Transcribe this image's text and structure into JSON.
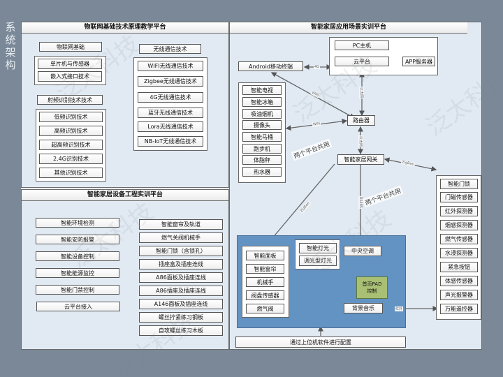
{
  "side_title": [
    "系",
    "统",
    "架",
    "构"
  ],
  "watermark": "泛太科技",
  "iot_panel": {
    "title": "物联网基础技术原理教学平台",
    "groups": {
      "iot_basic": {
        "header": "物联网基础",
        "items": [
          "单片机与传感器",
          "嵌入式接口技术"
        ]
      },
      "rfid": {
        "header": "射频识别技术技术",
        "items": [
          "低频识别技术",
          "高频识别技术",
          "超高频识别技术",
          "2.4G识别技术",
          "其他识别技术"
        ]
      },
      "wireless": {
        "header": "无线通信技术",
        "items": [
          "WIFI无线通信技术",
          "Zigbee无线通信技术",
          "4G无线通信技术",
          "蓝牙无线通信技术",
          "Lora无线通信技术",
          "NB-IoT无线通信技术"
        ]
      }
    }
  },
  "engineering_panel": {
    "title": "智能家居设备工程实训平台",
    "left_items": [
      "智能环境检测",
      "智能安防报警",
      "智能设备控制",
      "智能能源监控",
      "智能门禁控制",
      "云平台接入"
    ],
    "right_items": [
      "智能窗帘及轨道",
      "燃气关阀机械手",
      "智能门锁（含锁孔）",
      "插座盒及插座连线",
      "A86面板及插座连线",
      "A86插座及插座连线",
      "A146面板及插座连线",
      "螺丝拧紧练习钢板",
      "自攻螺丝练习木板"
    ]
  },
  "app_panel": {
    "title": "智能家居应用场景实训平台",
    "nodes": {
      "pc": "PC主机",
      "cloud": "云平台",
      "app_server": "APP服务器",
      "android": "Android移动终端",
      "router": "路由器",
      "gateway": "智能家居网关",
      "central_ac": "中央空调",
      "bg_music": "背景音乐",
      "pad": [
        "首页PAD",
        "控制"
      ],
      "config": "通过上位机软件进行配置"
    },
    "wifi_devices": [
      "智能电视",
      "智能冰箱",
      "吸油烟机",
      "摄像头",
      "智能马桶",
      "跑步机",
      "体脂秤",
      "热水器"
    ],
    "sensors": [
      "智能门锁",
      "门磁传感器",
      "红外探测器",
      "烟感探测器",
      "燃气传感器",
      "水浸探测器",
      "紧急按钮",
      "体感传感器",
      "声光报警器",
      "万能遥控器"
    ],
    "control_items": [
      "智能面板",
      "智能窗帘",
      "机械手",
      "阀盘传感器",
      "燃气阀"
    ],
    "lighting": [
      "智能灯光",
      "调光型灯光"
    ],
    "link_labels": {
      "android_cloud": "4G",
      "android_router": "WiFi",
      "cloud_router": "以太网",
      "wifi_router": "WiFi",
      "router_gateway": "以太网",
      "gateway_sensors": "ZigBee",
      "gateway_control": "ZigBee",
      "gateway_ac": "RS485",
      "music_remote": "红外"
    },
    "shared_note": "两个平台共用"
  }
}
